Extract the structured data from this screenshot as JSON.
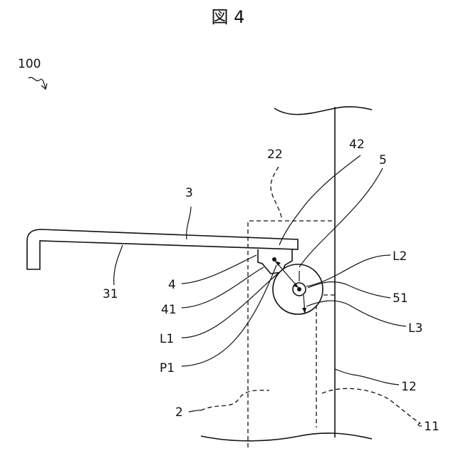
{
  "figure": {
    "title": "図 4",
    "labels": {
      "assembly": "100",
      "region_22": "22",
      "part_42": "42",
      "part_5": "5",
      "part_3": "3",
      "part_31": "31",
      "part_4": "4",
      "part_41": "41",
      "dist_L1": "L1",
      "point_P1": "P1",
      "dist_L2": "L2",
      "part_51": "51",
      "dist_L3": "L3",
      "part_12": "12",
      "part_2": "2",
      "part_11": "11"
    }
  }
}
